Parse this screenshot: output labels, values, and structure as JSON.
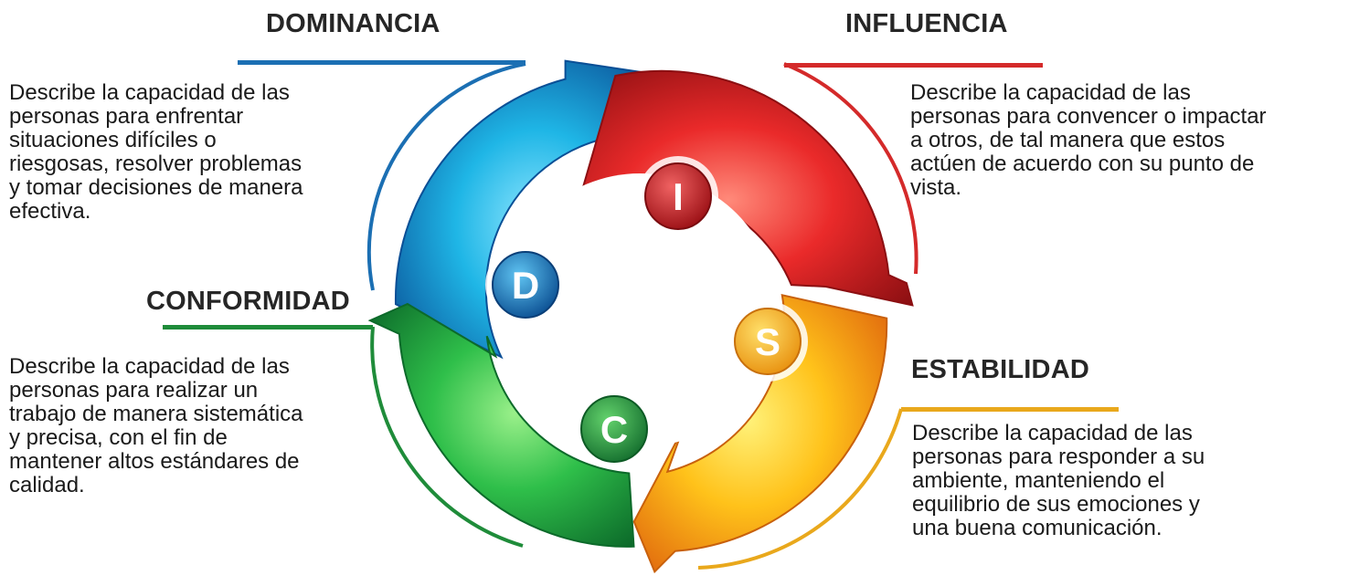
{
  "sections": {
    "dominancia": {
      "title": "DOMINANCIA",
      "letter": "D",
      "color": "#1b6fb3",
      "lines": [
        "Describe la capacidad de las",
        "personas para enfrentar",
        "situaciones difíciles o",
        "riesgosas, resolver problemas",
        "y tomar decisiones de manera",
        "efectiva."
      ]
    },
    "influencia": {
      "title": "INFLUENCIA",
      "letter": "I",
      "color": "#d42a2a",
      "lines": [
        "Describe la capacidad de las",
        "personas para convencer o impactar",
        "a otros, de tal manera que estos",
        "actúen de acuerdo con su punto de",
        "vista."
      ]
    },
    "estabilidad": {
      "title": "ESTABILIDAD",
      "letter": "S",
      "color": "#e9a81c",
      "lines": [
        "Describe la capacidad de las",
        "personas para responder a su",
        "ambiente, manteniendo el",
        "equilibrio de sus emociones y",
        "una buena comunicación."
      ]
    },
    "conformidad": {
      "title": "CONFORMIDAD",
      "letter": "C",
      "color": "#1f8c3a",
      "lines": [
        "Describe la capacidad de las",
        "personas para realizar un",
        "trabajo de manera sistemática",
        "y precisa, con el fin de",
        "mantener altos estándares de",
        "calidad."
      ]
    }
  }
}
